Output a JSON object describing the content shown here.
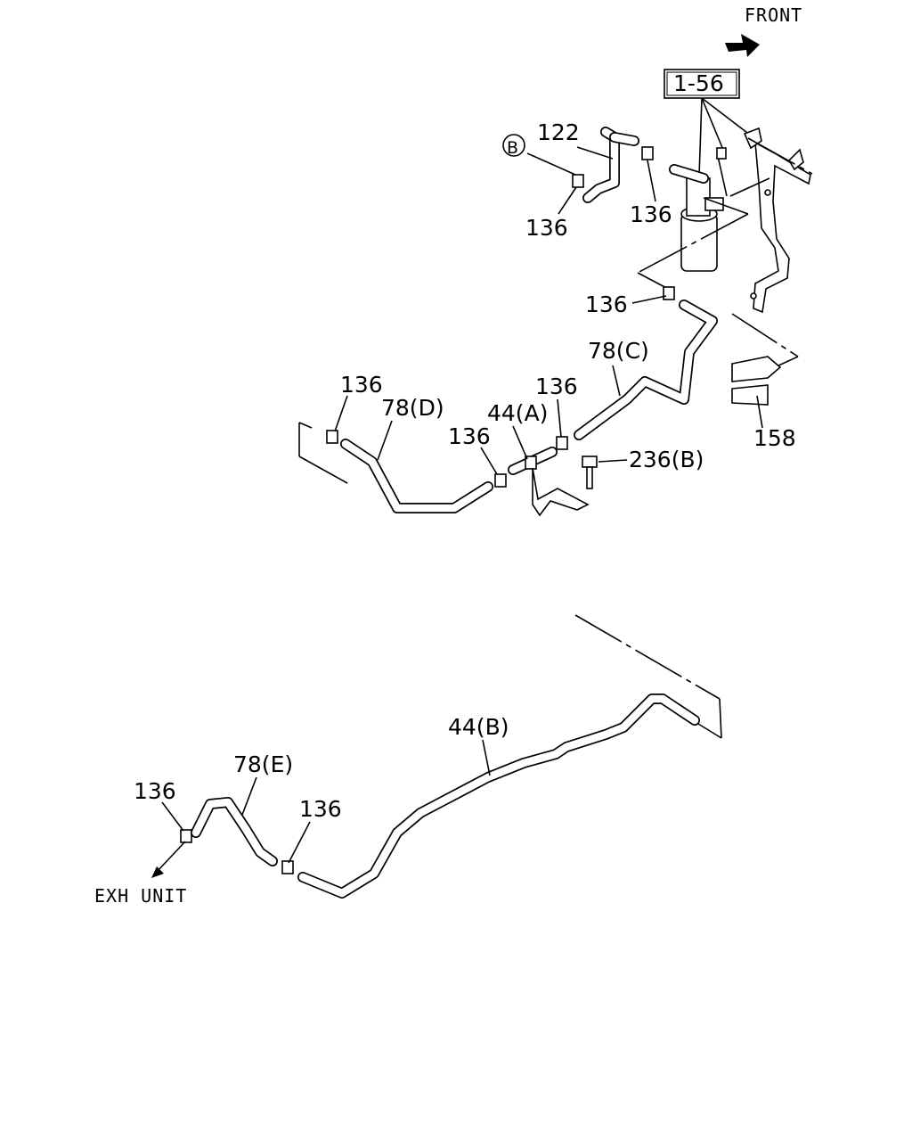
{
  "direction_labels": {
    "front": "FRONT",
    "exh_unit": "EXH UNIT"
  },
  "callouts": {
    "ref_box": "1-56",
    "ref_b": "B",
    "p122": "122",
    "p136_a": "136",
    "p136_b": "136",
    "p136_c": "136",
    "p136_d": "136",
    "p136_e": "136",
    "p136_f": "136",
    "p136_g": "136",
    "p136_h": "136",
    "p78c": "78(C)",
    "p78d": "78(D)",
    "p78e": "78(E)",
    "p44a": "44(A)",
    "p44b": "44(B)",
    "p236b": "236(B)",
    "p158": "158"
  }
}
